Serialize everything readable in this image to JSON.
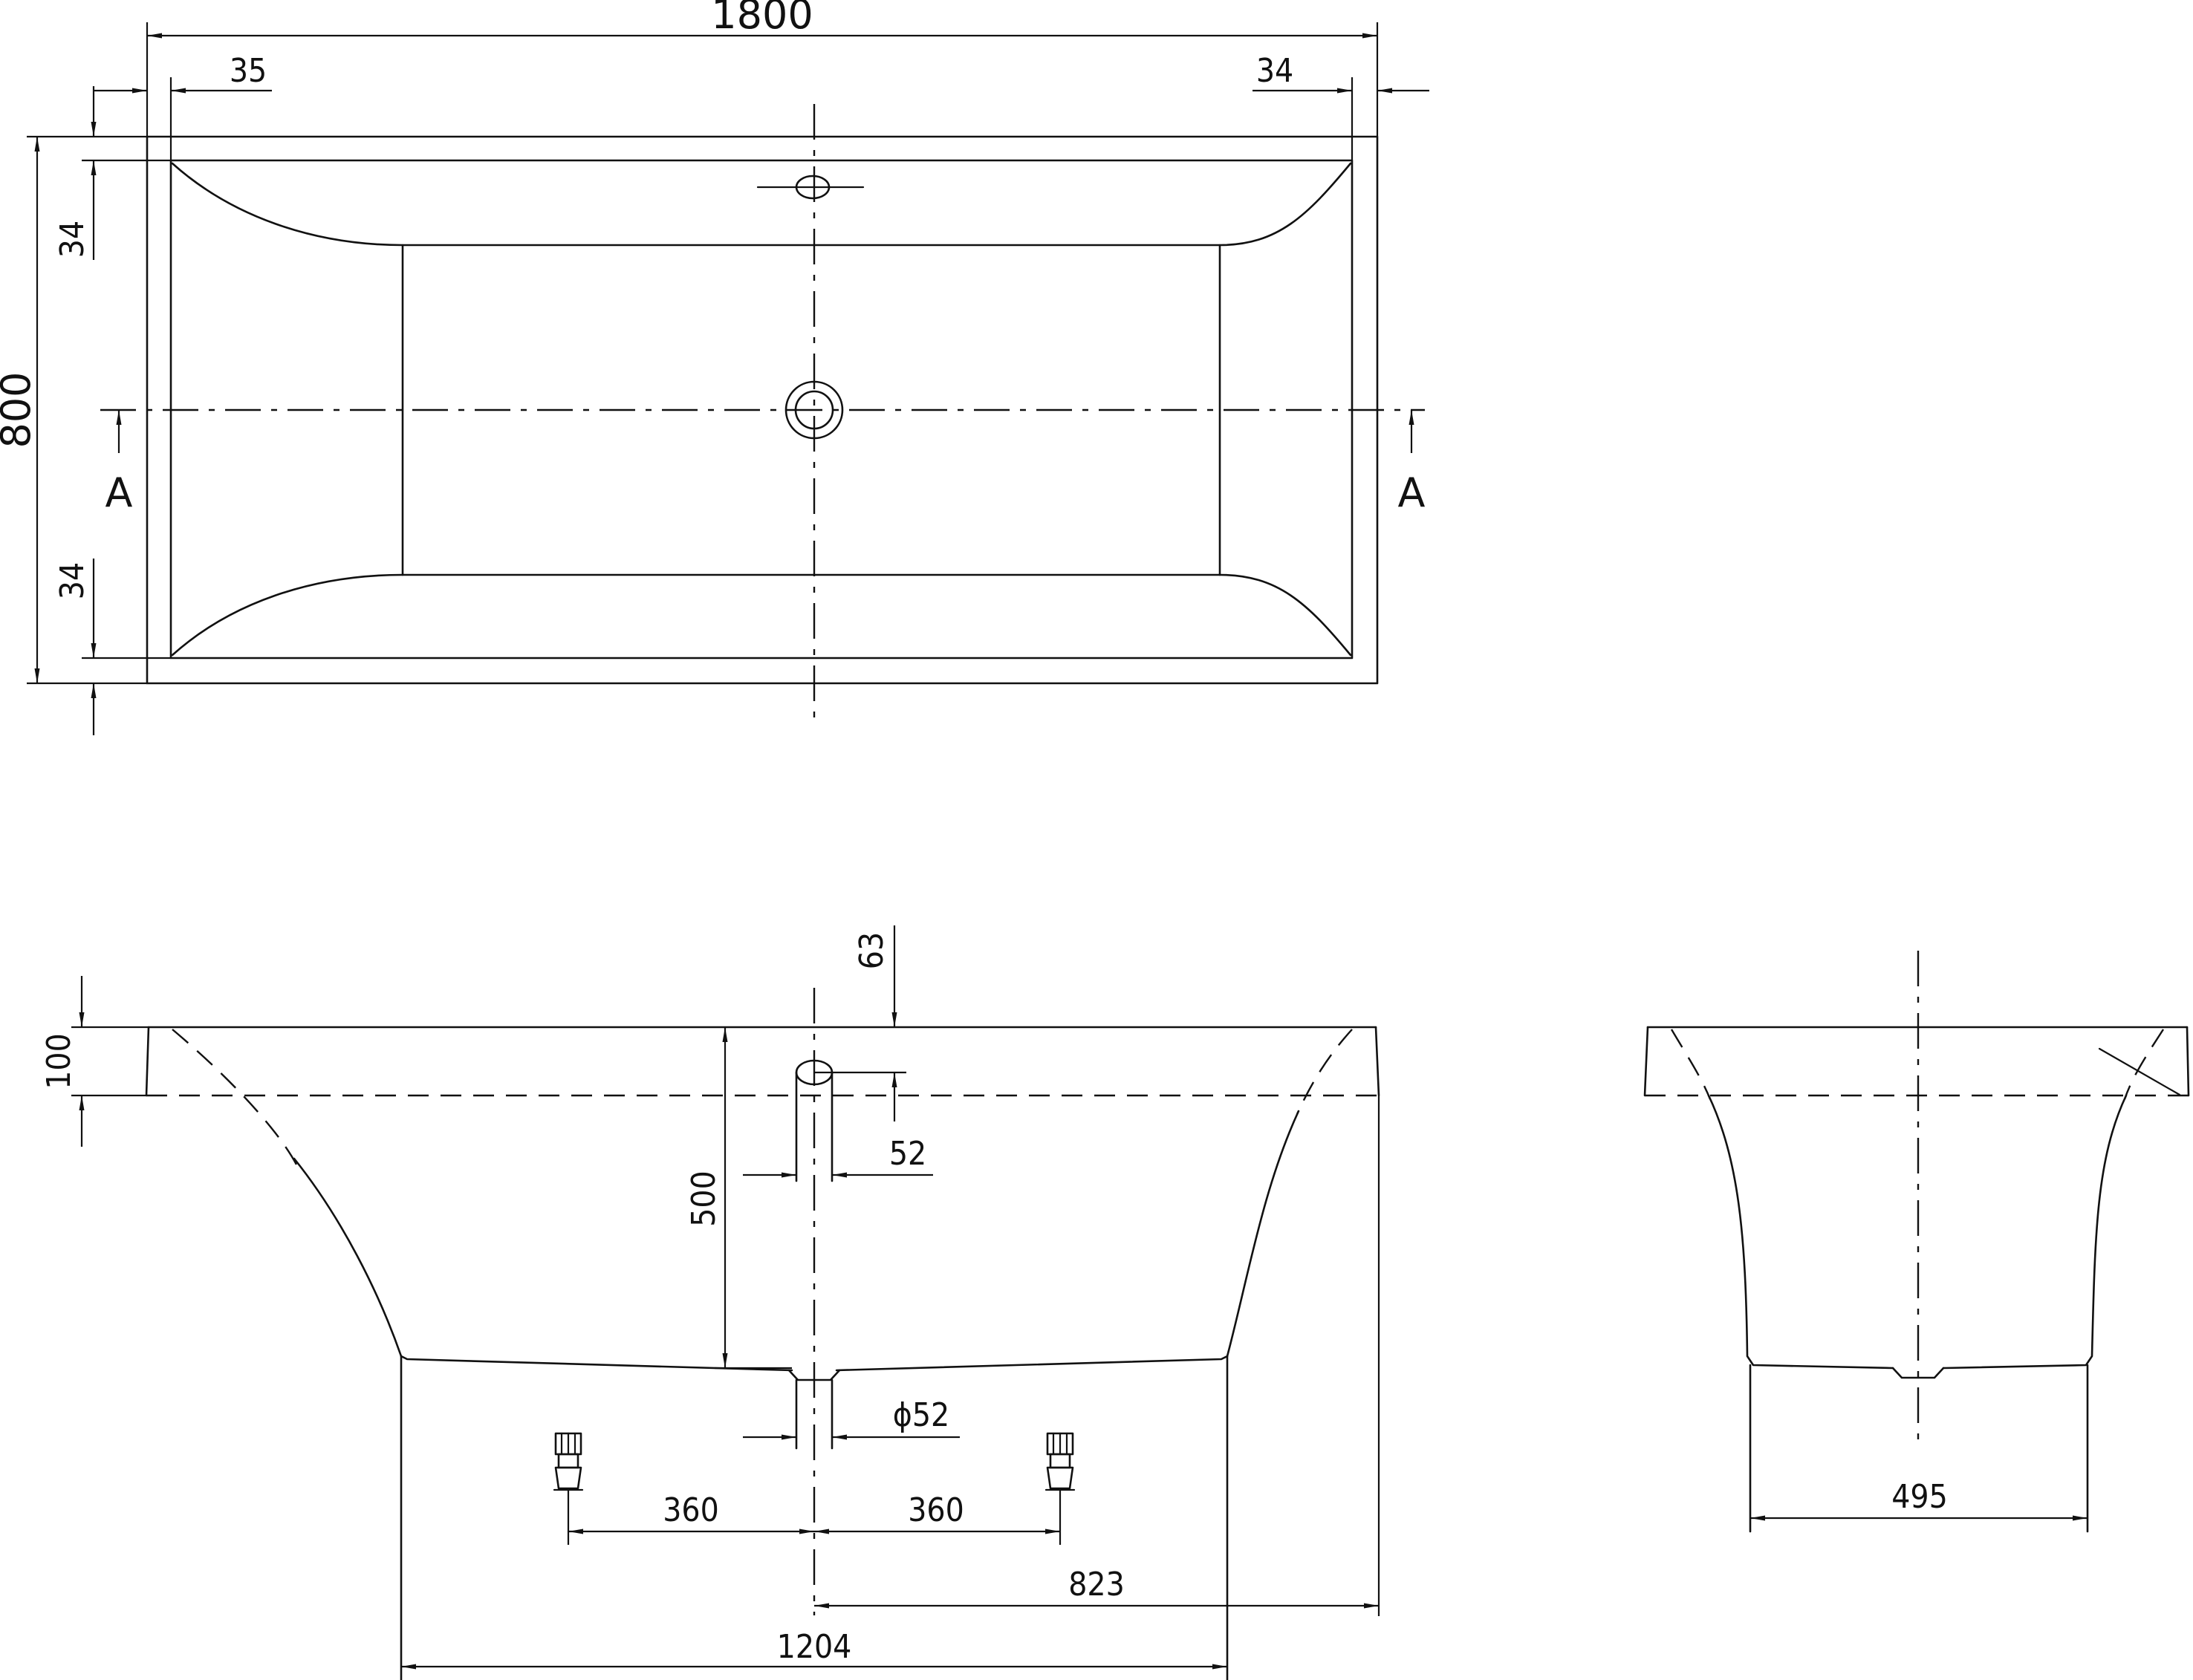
{
  "plan_view": {
    "dim_length": "1800",
    "dim_rim_left": "35",
    "dim_rim_right": "34",
    "dim_width": "800",
    "dim_rim_top": "34",
    "dim_rim_bottom": "34",
    "section_marker": "A"
  },
  "section_view": {
    "dim_rim_height": "100",
    "dim_overflow_offset": "63",
    "dim_overflow_diameter": "52",
    "dim_depth": "500",
    "dim_waste_diameter": "ϕ52",
    "dim_feet_left": "360",
    "dim_feet_right": "360",
    "dim_waste_to_end": "823",
    "dim_base_length": "1204"
  },
  "end_view": {
    "dim_base_width": "495"
  }
}
